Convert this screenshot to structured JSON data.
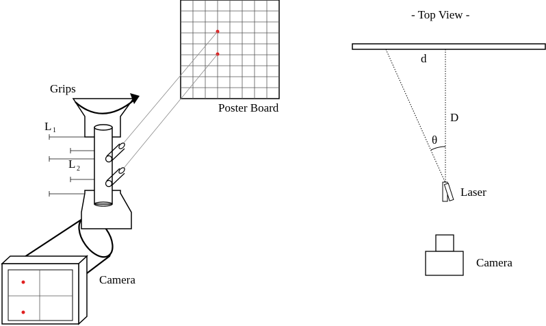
{
  "labels": {
    "grips": "Grips",
    "l1_main": "L",
    "l1_sub": "1",
    "l2_main": "L",
    "l2_sub": "2",
    "poster_board": "Poster Board",
    "camera_left": "Camera",
    "top_view_title": "- Top View -",
    "d": "d",
    "D": "D",
    "theta": "θ",
    "laser": "Laser",
    "camera_right": "Camera"
  },
  "colors": {
    "laser_dot": "#e02020",
    "ink": "#000000"
  }
}
